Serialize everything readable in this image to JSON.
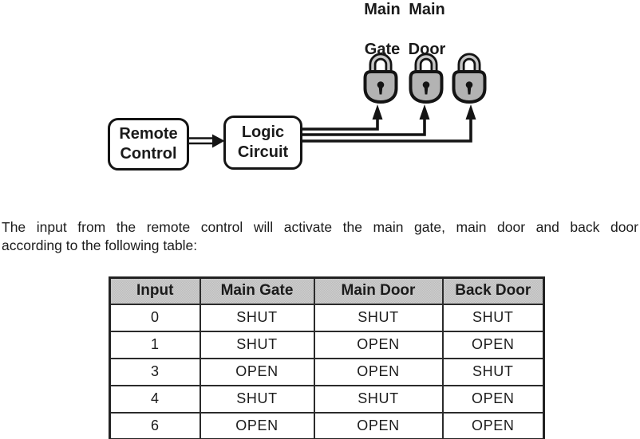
{
  "diagram": {
    "lock_labels": [
      {
        "line1": "Main",
        "line2": "Gate"
      },
      {
        "line1": "Main",
        "line2": "Door"
      }
    ],
    "boxes": [
      {
        "line1": "Remote",
        "line2": "Control"
      },
      {
        "line1": "Logic",
        "line2": "Circuit"
      }
    ],
    "lock_count": 3
  },
  "paragraph": {
    "line1": "The input from the remote control will activate the main gate, main door and back door",
    "line2": "according to the following table:"
  },
  "table": {
    "headers": [
      "Input",
      "Main Gate",
      "Main Door",
      "Back Door"
    ],
    "rows": [
      [
        "0",
        "SHUT",
        "SHUT",
        "SHUT"
      ],
      [
        "1",
        "SHUT",
        "OPEN",
        "OPEN"
      ],
      [
        "3",
        "OPEN",
        "OPEN",
        "SHUT"
      ],
      [
        "4",
        "SHUT",
        "SHUT",
        "OPEN"
      ],
      [
        "6",
        "OPEN",
        "OPEN",
        "OPEN"
      ]
    ]
  },
  "colors": {
    "ink": "#1a1a1a",
    "diagram_line": "#141414",
    "lock_body_fill": "#b3b3b3",
    "table_header_bg": "#c6c6c6"
  }
}
